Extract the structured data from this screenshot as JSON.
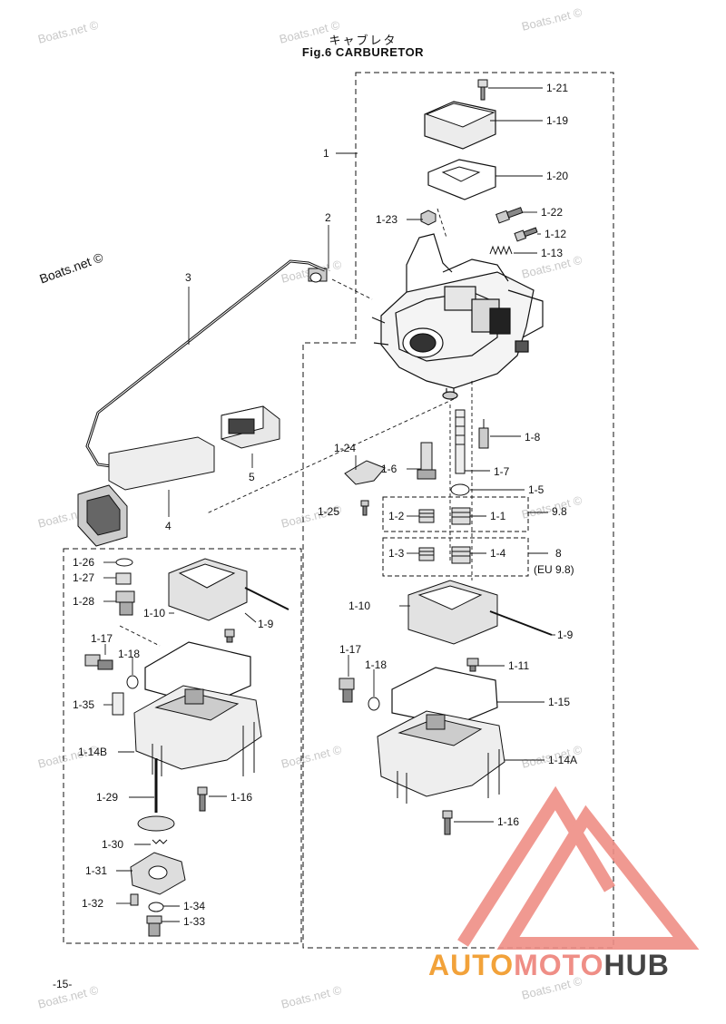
{
  "header": {
    "title_jp": "キャブレタ",
    "title_en": "Fig.6  CARBURETOR"
  },
  "watermark": "Boats.net ©",
  "page_number": "-15-",
  "brand": {
    "part1": "AUTO",
    "part2": "MOTO",
    "part3": "HUB"
  },
  "colors": {
    "brand_orange": "#f2a23a",
    "brand_pink": "#ef8e86",
    "brand_gray": "#444444",
    "line": "#111111"
  },
  "labels": {
    "l_1_21": "1-21",
    "l_1_19": "1-19",
    "l_1_20": "1-20",
    "l_1": "1",
    "l_2": "2",
    "l_1_23": "1-23",
    "l_1_22": "1-22",
    "l_1_12": "1-12",
    "l_1_13": "1-13",
    "l_3": "3",
    "l_5": "5",
    "l_4": "4",
    "l_1_8": "1-8",
    "l_1_24": "1-24",
    "l_1_6": "1-6",
    "l_1_7": "1-7",
    "l_1_5": "1-5",
    "l_1_25": "1-25",
    "l_1_2": "1-2",
    "l_1_1": "1-1",
    "l_9_8": "9.8",
    "l_1_3": "1-3",
    "l_1_4": "1-4",
    "l_8": "8",
    "l_eu98": "(EU 9.8)",
    "l_1_26": "1-26",
    "l_1_27": "1-27",
    "l_1_28": "1-28",
    "l_1_10a": "1-10",
    "l_1_9a": "1-9",
    "l_1_10b": "1-10",
    "l_1_9b": "1-9",
    "l_1_17a": "1-17",
    "l_1_18a": "1-18",
    "l_1_35": "1-35",
    "l_1_14b": "1-14B",
    "l_1_11": "1-11",
    "l_1_17b": "1-17",
    "l_1_18b": "1-18",
    "l_1_15": "1-15",
    "l_1_14a": "1-14A",
    "l_1_29": "1-29",
    "l_1_16a": "1-16",
    "l_1_16b": "1-16",
    "l_1_30": "1-30",
    "l_1_31": "1-31",
    "l_1_32": "1-32",
    "l_1_34": "1-34",
    "l_1_33": "1-33"
  }
}
